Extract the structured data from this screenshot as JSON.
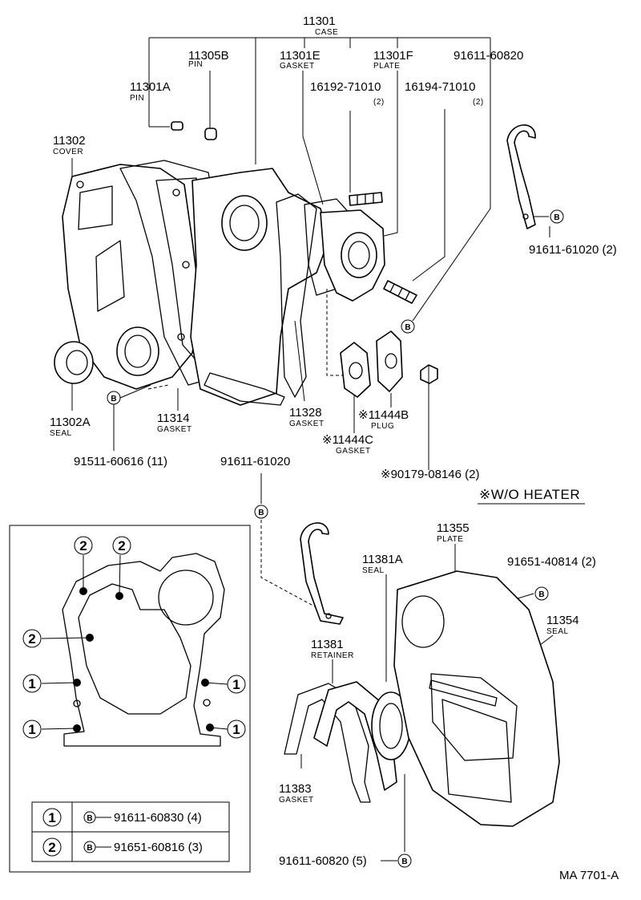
{
  "labels": {
    "case_pn": "11301",
    "case_nm": "CASE",
    "pin_b_pn": "11305B",
    "pin_b_nm": "PIN",
    "gasket_e_pn": "11301E",
    "gasket_e_nm": "GASKET",
    "plate_f_pn": "11301F",
    "plate_f_nm": "PLATE",
    "bolt_top_pn": "91611-60820",
    "pin_a_pn": "11301A",
    "pin_a_nm": "PIN",
    "stud1_pn": "16192-71010",
    "stud1_qty": "(2)",
    "stud2_pn": "16194-71010",
    "stud2_qty": "(2)",
    "cover_pn": "11302",
    "cover_nm": "COVER",
    "bracket_bolt_pn": "91611-61020 (2)",
    "seal_a_pn": "11302A",
    "seal_a_nm": "SEAL",
    "gasket_14_pn": "11314",
    "gasket_14_nm": "GASKET",
    "gasket_28_pn": "11328",
    "gasket_28_nm": "GASKET",
    "plug_pn": "※11444B",
    "plug_nm": "PLUG",
    "gasket_c_pn": "※11444C",
    "gasket_c_nm": "GASKET",
    "bolt_cover_pn": "91511-60616 (11)",
    "bolt_mid_pn": "91611-61020",
    "bolt_heater_pn": "※90179-08146 (2)",
    "heater_note": "※W/O  HEATER",
    "plate55_pn": "11355",
    "plate55_nm": "PLATE",
    "seal81a_pn": "11381A",
    "seal81a_nm": "SEAL",
    "bolt_plate_pn": "91651-40814 (2)",
    "seal54_pn": "11354",
    "seal54_nm": "SEAL",
    "retainer_pn": "11381",
    "retainer_nm": "RETAINER",
    "gasket83_pn": "11383",
    "gasket83_nm": "GASKET",
    "bolt_bottom_pn": "91611-60820 (5)",
    "drawing_id": "MA 7701-A"
  },
  "callout_b": "B",
  "inset": {
    "markers": [
      "2",
      "2",
      "2",
      "1",
      "1",
      "1",
      "1"
    ],
    "legend": [
      {
        "key": "1",
        "part": "91611-60830 (4)"
      },
      {
        "key": "2",
        "part": "91651-60816 (3)"
      }
    ]
  }
}
